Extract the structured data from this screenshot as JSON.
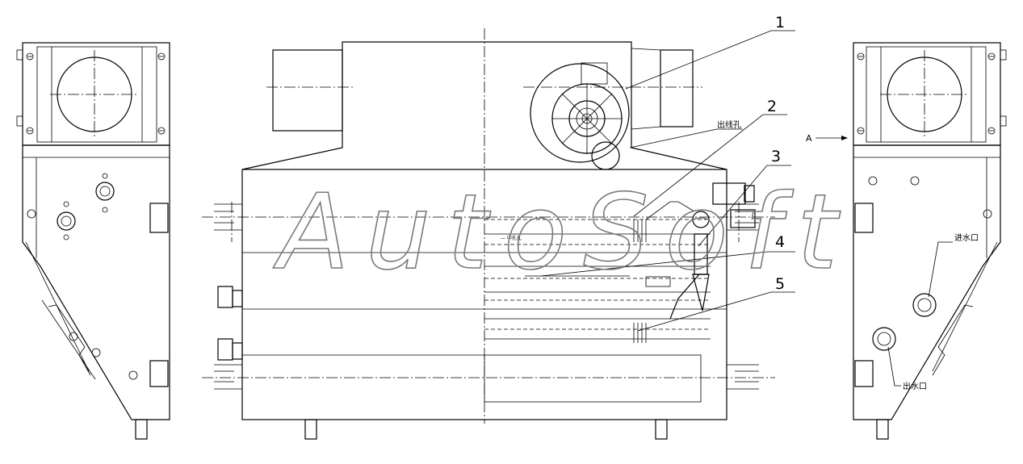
{
  "callouts": [
    {
      "label": "1"
    },
    {
      "label": "2"
    },
    {
      "label": "3"
    },
    {
      "label": "4"
    },
    {
      "label": "5"
    }
  ],
  "labels": {
    "wire_hole": "出线孔",
    "view_a": "A",
    "water_inlet": "进水口",
    "water_outlet": "出水口",
    "tiny_mark": "— 中孔孔"
  },
  "watermark": "AutoSoft"
}
